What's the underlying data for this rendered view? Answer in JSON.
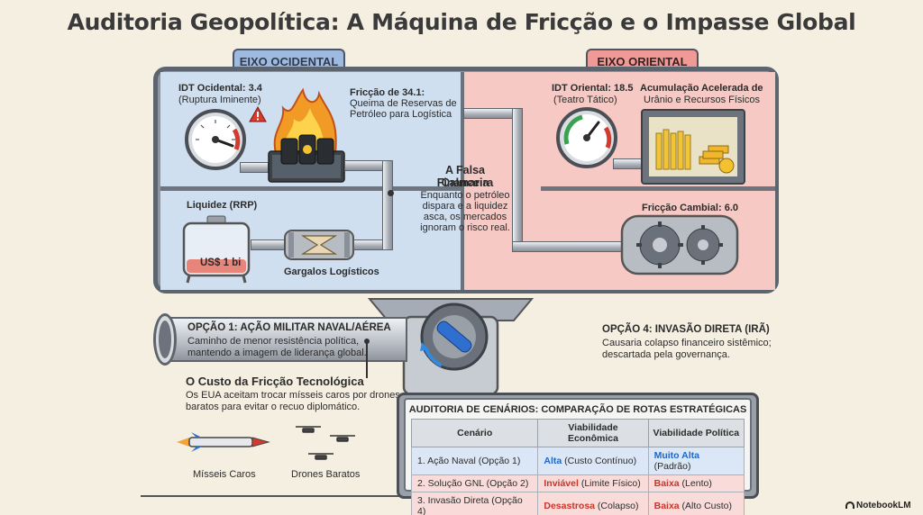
{
  "title": "Auditoria Geopolítica: A Máquina de Fricção e o Impasse Global",
  "west": {
    "tab": "EIXO OCIDENTAL",
    "idt_line1": "IDT Ocidental: 3.4",
    "idt_line2": "(Ruptura Iminente)",
    "friction_line1": "Fricção de 34.1:",
    "friction_line2": "Queima de Reservas de",
    "friction_line3": "Petróleo para Logística",
    "liquidity_label": "Liquidez (RRP)",
    "tank_value": "US$ 1 bi",
    "bottleneck_label": "Gargalos Logísticos"
  },
  "east": {
    "tab": "EIXO ORIENTAL",
    "idt_line1": "IDT Oriental: 18.5",
    "idt_line2": "(Teatro Tático)",
    "accum_line1": "Acumulação Acelerada de",
    "accum_line2": "Urânio e Recursos Físicos",
    "fx_label": "Fricção Cambial: 6.0"
  },
  "calm": {
    "title_line1": "A Falsa Calmaria",
    "title_line2": "Financeira",
    "text_line1": "Enquanto o petróleo",
    "text_line2": "dispara e a liquidez",
    "text_line3": "asca, os mercados",
    "text_line4": "ignoram o risco real."
  },
  "option1": {
    "title": "OPÇÃO 1: AÇÃO MILITAR NAVAL/AÉREA",
    "line1": "Caminho de menor resistência política,",
    "line2": "mantendo a imagem de liderança global."
  },
  "option4": {
    "title": "OPÇÃO 4: INVASÃO DIRETA (IRÃ)",
    "line1": "Causaria colapso financeiro sistêmico;",
    "line2": "descartada pela governança."
  },
  "tech": {
    "title": "O Custo da Fricção Tecnológica",
    "line1": "Os EUA aceitam trocar mísseis caros por drones",
    "line2": "baratos para evitar o recuo diplomático.",
    "missile_label": "Mísseis Caros",
    "drone_label": "Drones Baratos"
  },
  "audit": {
    "title": "AUDITORIA DE CENÁRIOS: COMPARAÇÃO DE ROTAS ESTRATÉGICAS",
    "headers": [
      "Cenário",
      "Viabilidade Econômica",
      "Viabilidade Política"
    ],
    "rows": [
      {
        "scenario": "1. Ação Naval (Opção 1)",
        "eco_strong": "Alta",
        "eco_rest": " (Custo Contínuo)",
        "pol_strong": "Muito Alta",
        "pol_rest": " (Padrão)"
      },
      {
        "scenario": "2. Solução GNL (Opção 2)",
        "eco_strong": "Inviável",
        "eco_rest": " (Limite Físico)",
        "pol_strong": "Baixa",
        "pol_rest": " (Lento)"
      },
      {
        "scenario": "3. Invasão Direta (Opção 4)",
        "eco_strong": "Desastrosa",
        "eco_rest": " (Colapso)",
        "pol_strong": "Baixa",
        "pol_rest": " (Alto Custo)"
      }
    ]
  },
  "brand": "NotebookLM",
  "colors": {
    "west": "#cfdff0",
    "east": "#f6c9c4",
    "accent_blue": "#1f67c8",
    "accent_red": "#c8352b"
  }
}
